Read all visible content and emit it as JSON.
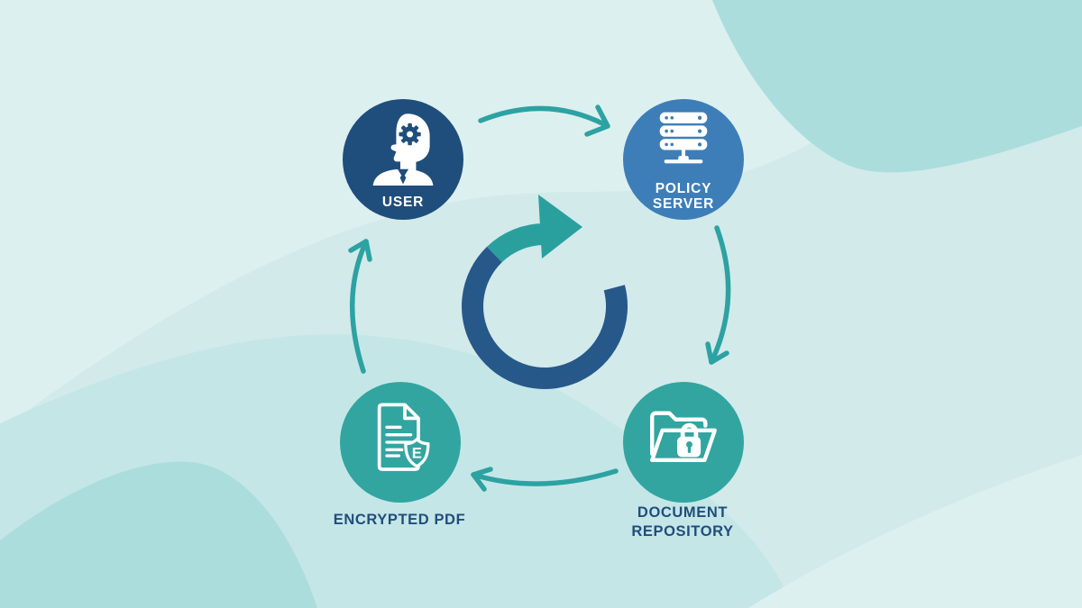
{
  "diagram": {
    "title": "document-security-cycle",
    "center_icon": "refresh-cycle-arrow",
    "flow_order": [
      "USER",
      "POLICY SERVER",
      "DOCUMENT REPOSITORY",
      "ENCRYPTED PDF"
    ],
    "flow_direction": "clockwise",
    "nodes": {
      "user": {
        "label": "USER",
        "icon": "user-head-gear-icon",
        "circle_color": "#1f4e7c",
        "label_position": "inside-circle",
        "label_color": "#ffffff"
      },
      "policy_server": {
        "label": "POLICY SERVER",
        "lines": [
          "POLICY",
          "SERVER"
        ],
        "icon": "server-stack-icon",
        "circle_color": "#3d7eb8",
        "label_position": "inside-circle",
        "label_color": "#ffffff"
      },
      "document_repository": {
        "label": "DOCUMENT REPOSITORY",
        "lines": [
          "DOCUMENT",
          "REPOSITORY"
        ],
        "icon": "locked-folder-icon",
        "circle_color": "#32a5a0",
        "label_position": "below-circle",
        "label_color": "#1f4e7c"
      },
      "encrypted_pdf": {
        "label": "ENCRYPTED PDF",
        "icon": "shielded-document-icon",
        "badge_letter": "E",
        "circle_color": "#32a5a0",
        "label_position": "below-circle",
        "label_color": "#1f4e7c"
      }
    },
    "colors": {
      "background_base": "#d2eaea",
      "wave_light": "#dcf0ef",
      "wave_medium": "#c5e6e7",
      "wave_dark": "#abdddd",
      "navy": "#1f4e7c",
      "medium_blue": "#3d7eb8",
      "teal": "#32a5a0",
      "arrow_teal": "#2da2a2",
      "refresh_arc_navy": "#27588a",
      "refresh_arc_teal": "#2aa09e"
    }
  }
}
